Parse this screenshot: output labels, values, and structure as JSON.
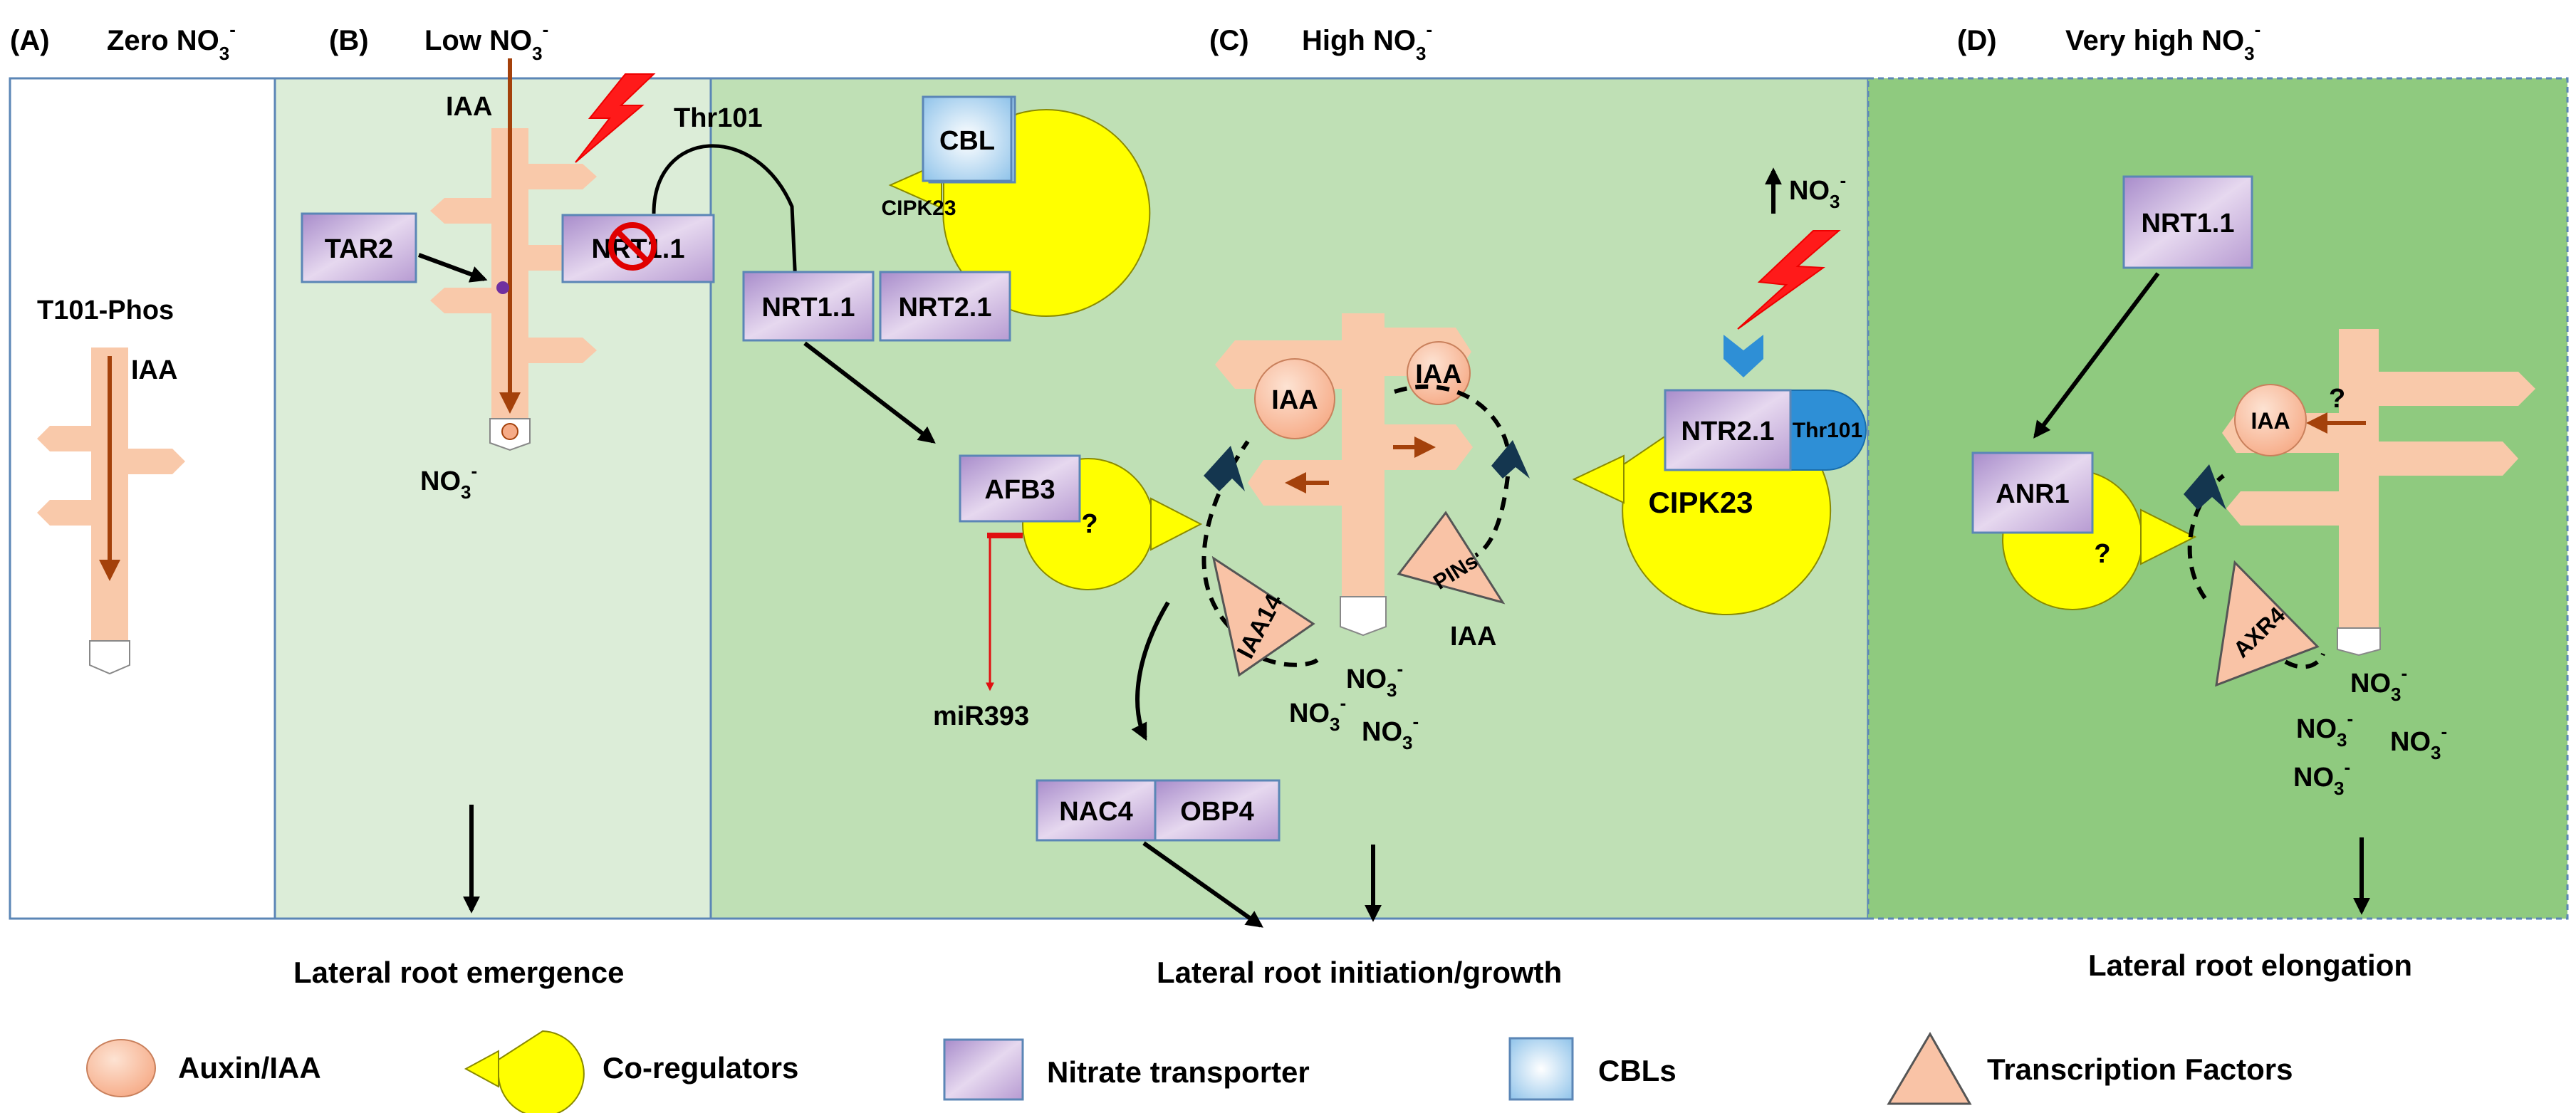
{
  "colors": {
    "panel_a_bg": "#ffffff",
    "panel_b_bg": "#dcedd8",
    "panel_c_bg": "#bfe0b5",
    "panel_d_bg": "#8fca7f",
    "root": "#f9c9aa",
    "auxin_circle": "#f9c3a6",
    "coregulator": "#ffff00",
    "transporter": "#c9aedb",
    "cbl": "#aed3ef",
    "thr101_cap": "#2e8fd6",
    "arrow_brown": "#a4410b",
    "inhibition_red": "#e01010",
    "lightning": "#ff1a1a",
    "chevron": "#14364f"
  },
  "panels": {
    "a": {
      "label": "(A)",
      "title": "Zero NO",
      "title_sub": "3",
      "title_sup": "-"
    },
    "b": {
      "label": "(B)",
      "title": "Low NO",
      "title_sub": "3",
      "title_sup": "-"
    },
    "c": {
      "label": "(C)",
      "title": "High NO",
      "title_sub": "3",
      "title_sup": "-"
    },
    "d": {
      "label": "(D)",
      "title": "Very high NO",
      "title_sub": "3",
      "title_sup": "-"
    }
  },
  "panel_a": {
    "t101": "T101-Phos",
    "iaa": "IAA"
  },
  "panel_b": {
    "iaa": "IAA",
    "tar2": "TAR2",
    "nrt11": "NRT1.1",
    "thr101": "Thr101",
    "no3": "NO",
    "no3_sub": "3",
    "no3_sup": "-",
    "outcome": "Lateral root emergence"
  },
  "panel_c": {
    "cbl": "CBL",
    "cipk23_top": "CIPK23",
    "nrt11": "NRT1.1",
    "nrt21": "NRT2.1",
    "afb3": "AFB3",
    "question": "?",
    "mir393": "miR393",
    "iaa14": "IAA14",
    "iaa_left": "IAA",
    "iaa_right": "IAA",
    "pins": "PINs",
    "iaa_pins": "IAA",
    "ntr21": "NTR2.1",
    "thr101": "Thr101",
    "cipk23_right": "CIPK23",
    "no3": "NO",
    "no3_sub": "3",
    "no3_sup": "-",
    "nac4": "NAC4",
    "obp4": "OBP4",
    "outcome": "Lateral root  initiation/growth"
  },
  "panel_d": {
    "nrt11": "NRT1.1",
    "anr1": "ANR1",
    "question": "?",
    "iaa": "IAA",
    "iaa_question": "?",
    "axr4": "AXR4",
    "no3": "NO",
    "no3_sub": "3",
    "no3_sup": "-",
    "outcome": "Lateral root elongation"
  },
  "legend": {
    "auxin": "Auxin/IAA",
    "coregulators": "Co-regulators",
    "transporter": "Nitrate transporter",
    "cbls": "CBLs",
    "tf": "Transcription Factors"
  }
}
